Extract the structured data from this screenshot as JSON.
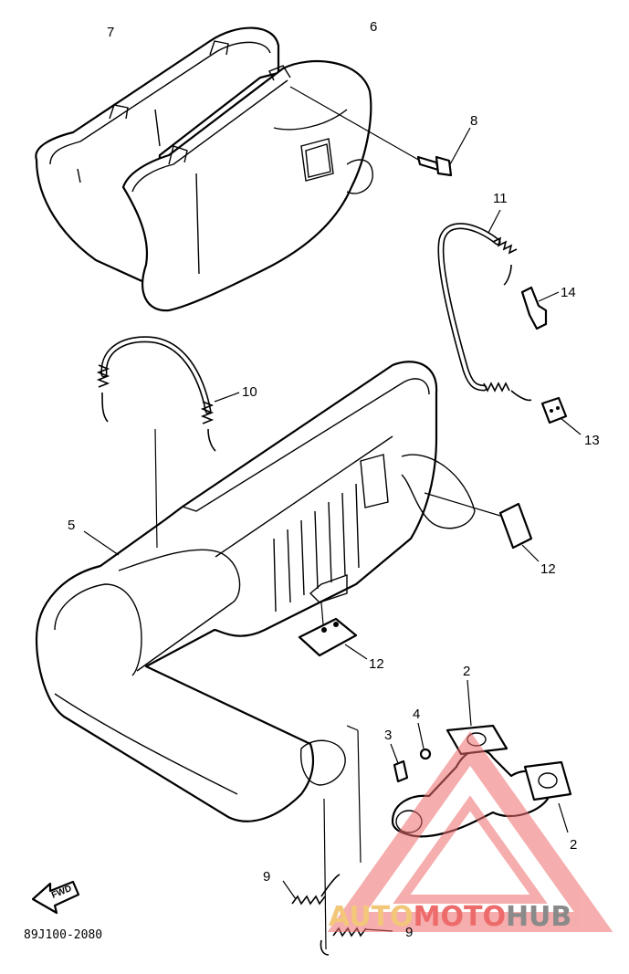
{
  "callouts": {
    "c7": "7",
    "c6": "6",
    "c8": "8",
    "c11": "11",
    "c14": "14",
    "c10": "10",
    "c13": "13",
    "c5": "5",
    "c12a": "12",
    "c12b": "12",
    "c2a": "2",
    "c4": "4",
    "c3": "3",
    "c2b": "2",
    "c9a": "9",
    "c9b": "9"
  },
  "fwd_label": "FWD",
  "diagram_code": "89J100-2080",
  "watermark": {
    "part1": "AUTO",
    "part2": "MOTO",
    "part3": "HUB",
    "color_yellow": "#f3c77a",
    "color_red": "#ee6b6b",
    "color_gray": "#8a8a8a"
  }
}
